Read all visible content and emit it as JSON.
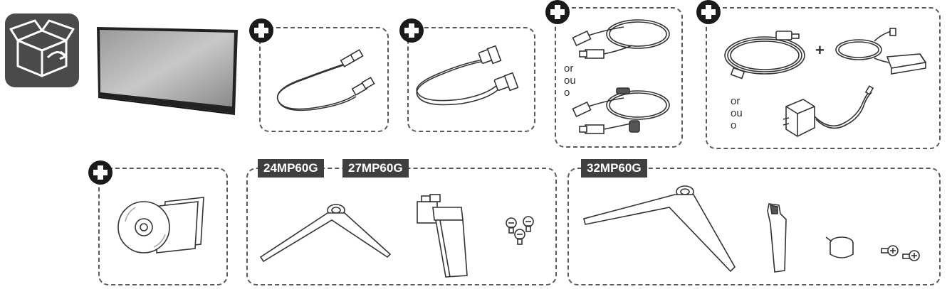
{
  "alternatives": {
    "line1": "or",
    "line2": "ou",
    "line3": "o"
  },
  "plus_between": "+",
  "models": {
    "model_a": "24MP60G",
    "model_b": "27MP60G",
    "model_c": "32MP60G"
  },
  "icons": {
    "box": "open-box-icon",
    "plus": "plus-circle-icon"
  },
  "colors": {
    "line": "#5a5a5a",
    "dark": "#3f3f3f",
    "box_bg": "#4a4a4a"
  }
}
